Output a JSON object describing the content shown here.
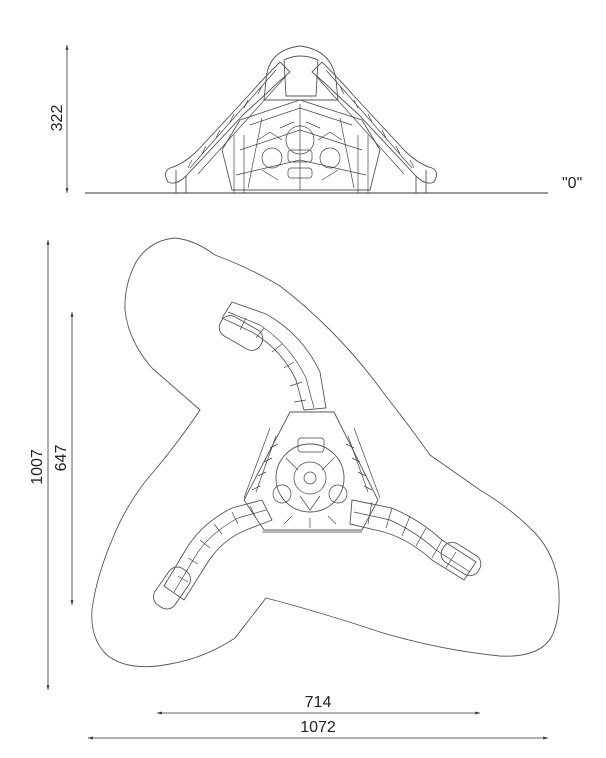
{
  "elevation": {
    "height_dimension": "322",
    "ground_label": "\"0\""
  },
  "plan": {
    "outer_height_dimension": "1007",
    "inner_height_dimension": "647",
    "inner_width_dimension": "714",
    "outer_width_dimension": "1072"
  }
}
